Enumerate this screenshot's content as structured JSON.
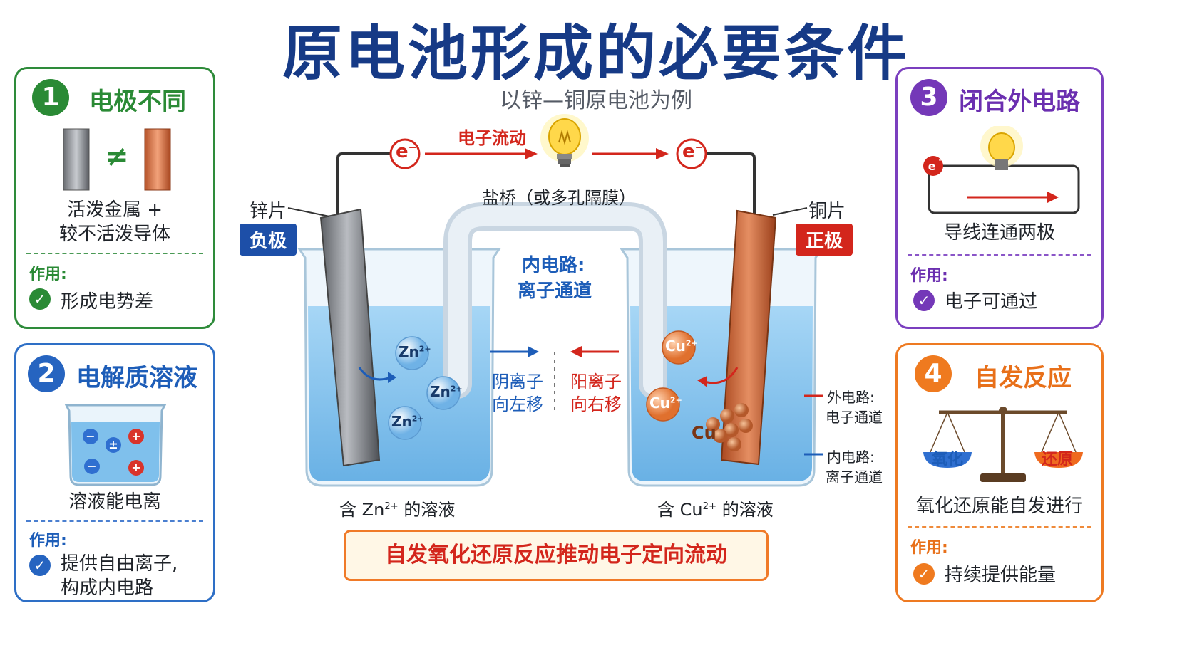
{
  "title": "原电池形成的必要条件",
  "subtitle": "以锌—铜原电池为例",
  "cards": {
    "c1": {
      "num": "1",
      "head": "电极不同",
      "neq": "≠",
      "desc_line1": "活泼金属 +",
      "desc_line2": "较不活泼导体",
      "role_label": "作用:",
      "role_text": "形成电势差"
    },
    "c2": {
      "num": "2",
      "head": "电解质溶液",
      "desc": "溶液能电离",
      "role_label": "作用:",
      "role_text_line1": "提供自由离子,",
      "role_text_line2": "构成内电路"
    },
    "c3": {
      "num": "3",
      "head": "闭合外电路",
      "electron": "e",
      "desc": "导线连通两极",
      "role_label": "作用:",
      "role_text": "电子可通过"
    },
    "c4": {
      "num": "4",
      "head": "自发反应",
      "pan_left": "氧化",
      "pan_right": "还原",
      "desc": "氧化还原能自发进行",
      "role_label": "作用:",
      "role_text": "持续提供能量"
    }
  },
  "center": {
    "electron_flow": "电子流动",
    "electron": "e",
    "salt_bridge": "盐桥（或多孔隔膜）",
    "inner_circuit_line1": "内电路:",
    "inner_circuit_line2": "离子通道",
    "zinc_label": "锌片",
    "zinc_pole": "负极",
    "copper_label": "铜片",
    "copper_pole": "正极",
    "anion_line1": "阴离子",
    "anion_line2": "向左移",
    "cation_line1": "阳离子",
    "cation_line2": "向右移",
    "zn_ion": "Zn",
    "cu_ion": "Cu",
    "ion_charge": "2+",
    "cu_metal": "Cu",
    "left_solution_pre": "含 Zn",
    "right_solution_pre": "含 Cu",
    "solution_suffix": " 的溶液",
    "legend_outer_line1": "外电路:",
    "legend_outer_line2": "电子通道",
    "legend_inner_line1": "内电路:",
    "legend_inner_line2": "离子通道",
    "conclusion": "自发氧化还原反应推动电子定向流动"
  },
  "colors": {
    "title": "#163a86",
    "green": "#2a8a35",
    "blue": "#1d5db8",
    "purple": "#7438b8",
    "orange": "#ef7a1f",
    "red": "#d3261c"
  }
}
